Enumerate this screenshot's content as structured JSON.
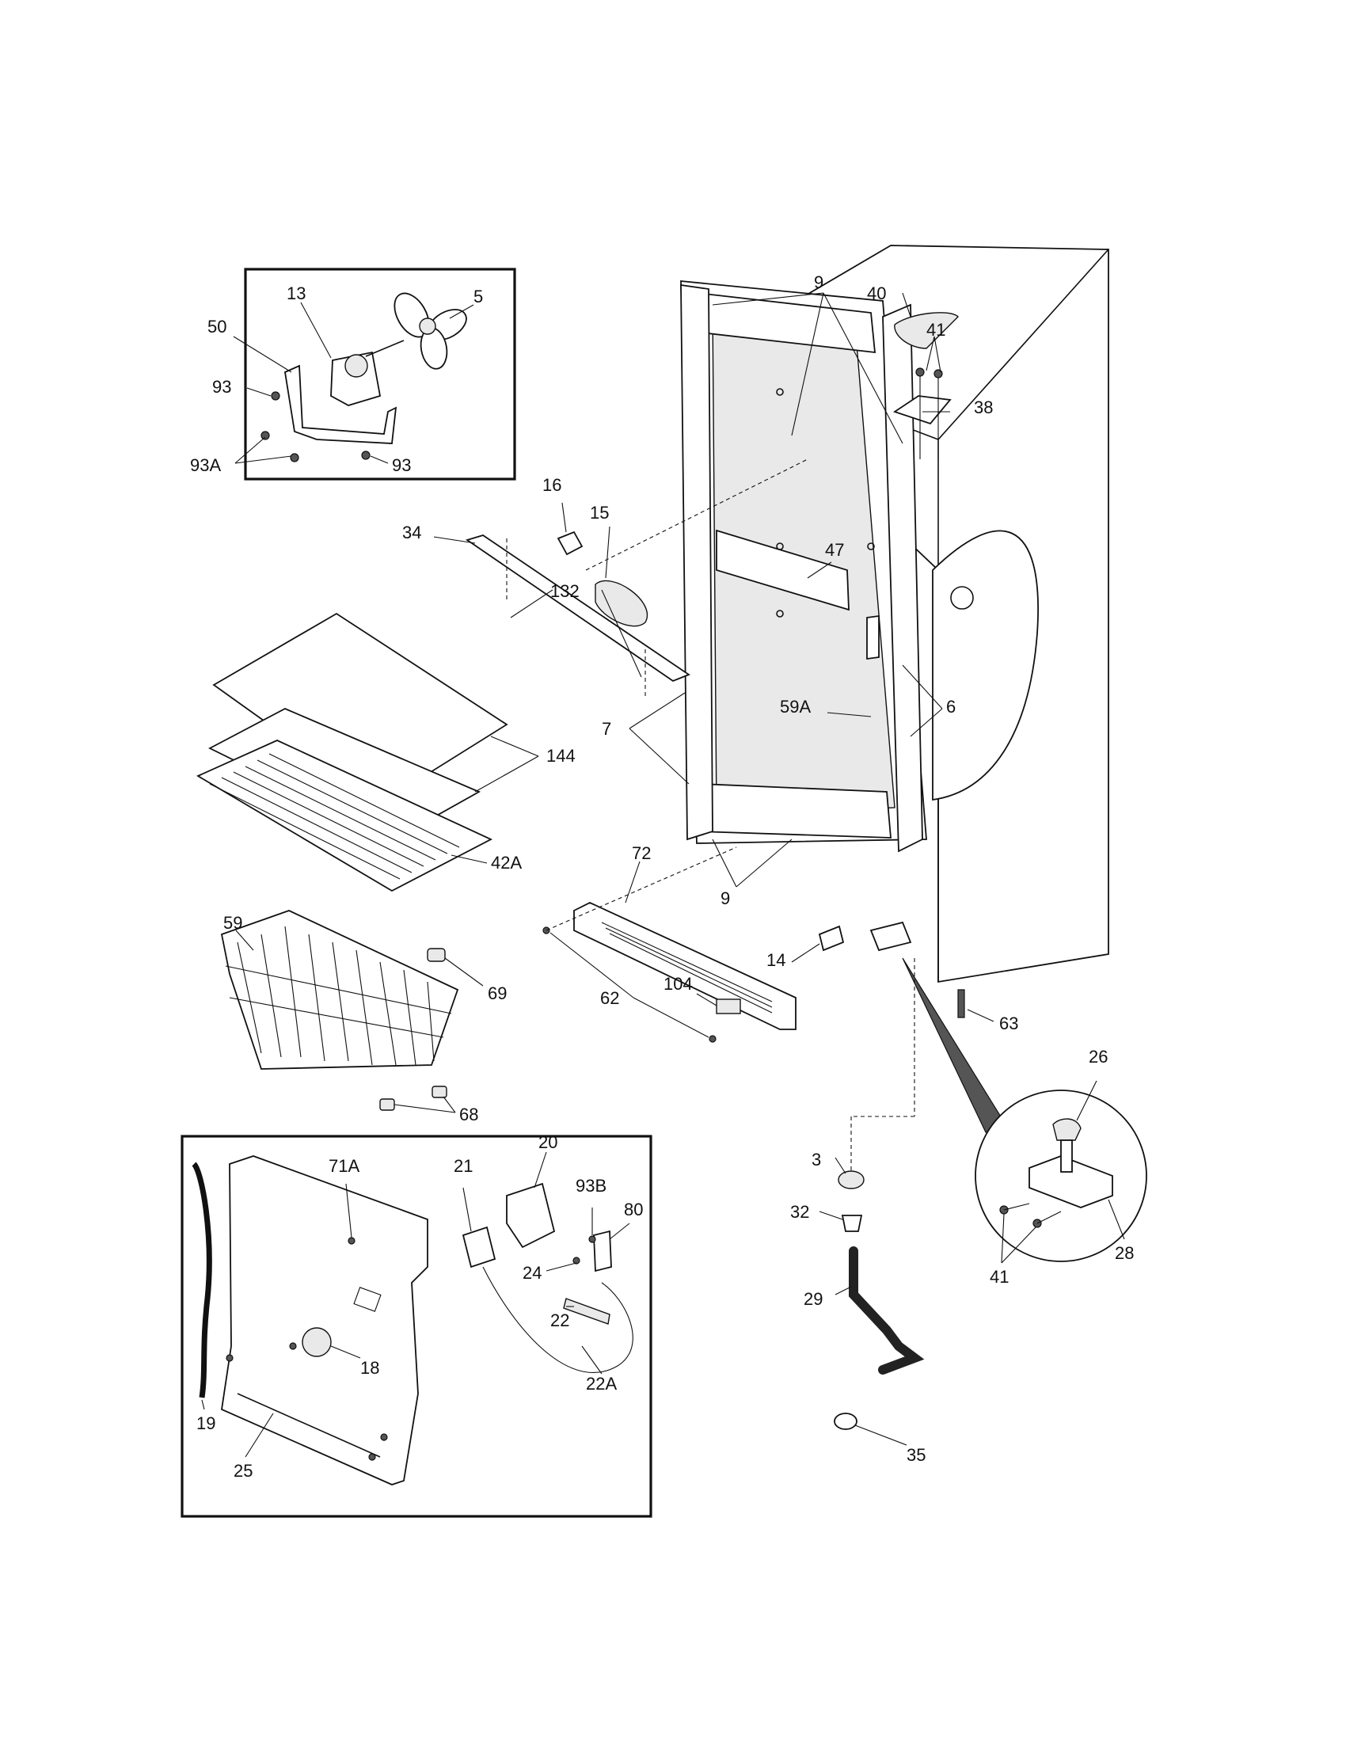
{
  "callouts": {
    "c_13": "13",
    "c_5": "5",
    "c_50": "50",
    "c_93_top": "93",
    "c_93a": "93A",
    "c_93_bottom": "93",
    "c_40": "40",
    "c_41_top": "41",
    "c_9_top": "9",
    "c_38": "38",
    "c_16": "16",
    "c_15": "15",
    "c_34": "34",
    "c_47": "47",
    "c_132": "132",
    "c_59a": "59A",
    "c_6": "6",
    "c_7": "7",
    "c_144": "144",
    "c_42a": "42A",
    "c_72": "72",
    "c_9_bottom": "9",
    "c_59": "59",
    "c_14": "14",
    "c_69": "69",
    "c_104": "104",
    "c_62": "62",
    "c_63": "63",
    "c_26": "26",
    "c_68": "68",
    "c_20": "20",
    "c_71a": "71A",
    "c_21": "21",
    "c_93b": "93B",
    "c_80": "80",
    "c_3": "3",
    "c_32": "32",
    "c_24": "24",
    "c_22": "22",
    "c_28": "28",
    "c_41_bottom": "41",
    "c_29": "29",
    "c_18": "18",
    "c_22a": "22A",
    "c_19": "19",
    "c_25": "25",
    "c_35": "35"
  }
}
